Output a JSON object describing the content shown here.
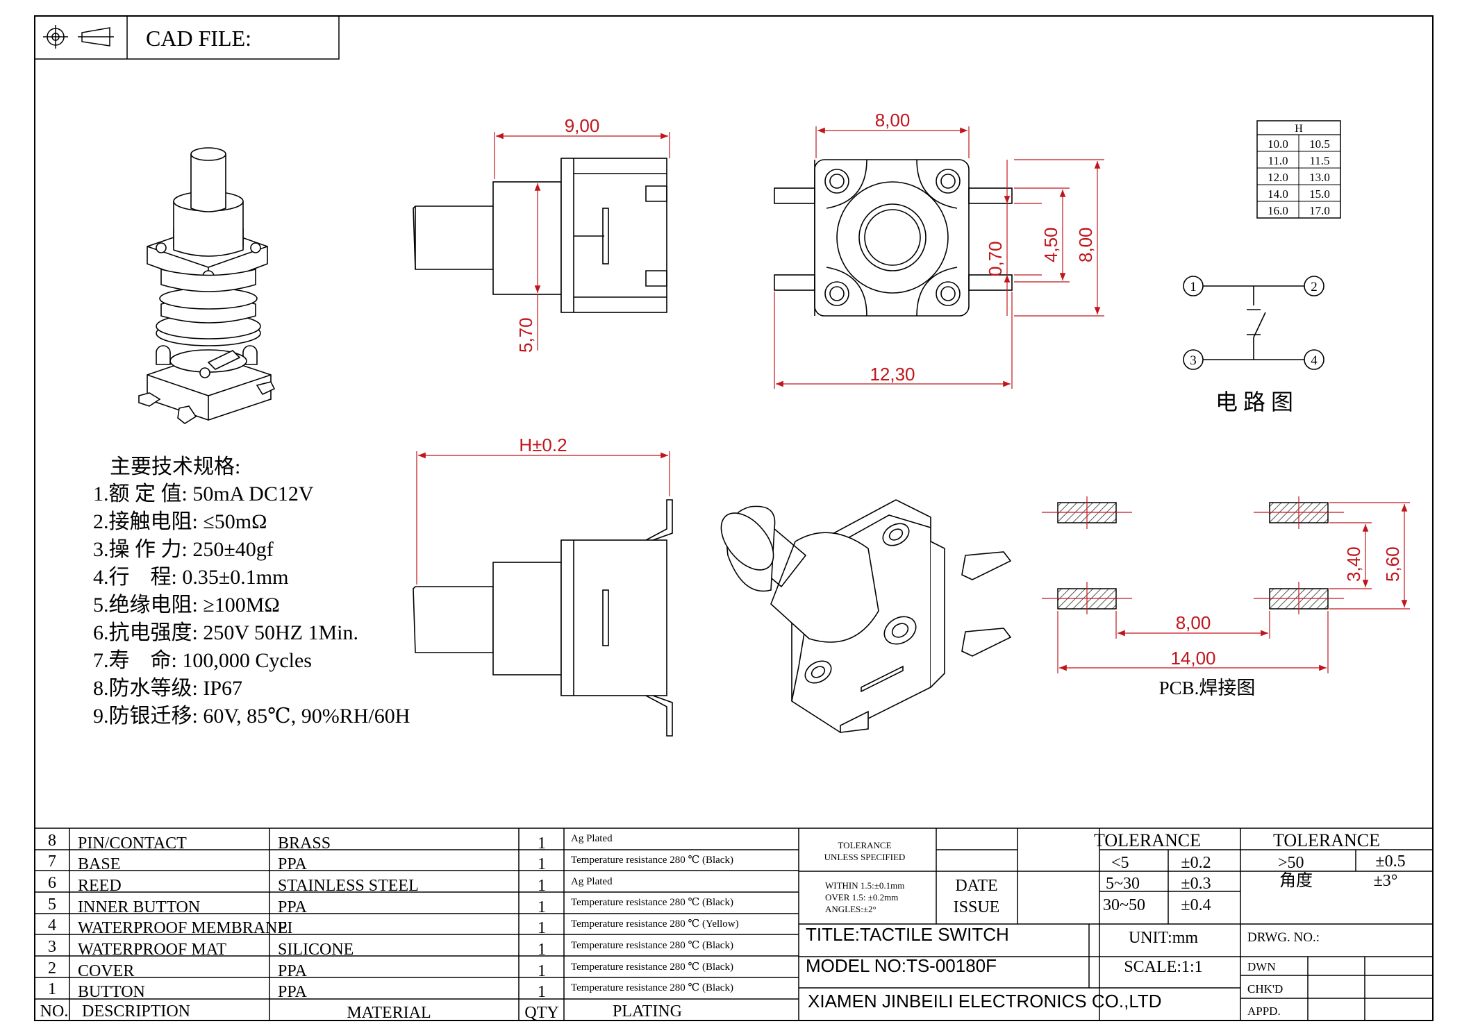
{
  "header": {
    "cad_file_label": "CAD FILE:"
  },
  "dimensions": {
    "side_width": "9,00",
    "side_height": "5,70",
    "top_body": "8,00",
    "top_total": "12,30",
    "top_pin": "0,70",
    "top_pitch": "4,50",
    "top_height": "8,00",
    "height_tol": "H±0.2"
  },
  "h_table": {
    "header": "H",
    "rows": [
      [
        "10.0",
        "10.5"
      ],
      [
        "11.0",
        "11.5"
      ],
      [
        "12.0",
        "13.0"
      ],
      [
        "14.0",
        "15.0"
      ],
      [
        "16.0",
        "17.0"
      ]
    ]
  },
  "circuit": {
    "pins": [
      "1",
      "2",
      "3",
      "4"
    ],
    "caption": "电 路 图"
  },
  "pcb": {
    "dim_340": "3,40",
    "dim_560": "5,60",
    "dim_800": "8,00",
    "dim_1400": "14,00",
    "caption": "PCB.焊接图"
  },
  "specs": {
    "title": "主要技术规格:",
    "items": [
      "1.额 定 值: 50mA DC12V",
      "2.接触电阻: ≤50mΩ",
      "3.操 作 力: 250±40gf",
      "4.行    程: 0.35±0.1mm",
      "5.绝缘电阻: ≥100MΩ",
      "6.抗电强度: 250V 50HZ 1Min.",
      "7.寿    命: 100,000 Cycles",
      "8.防水等级: IP67",
      "9.防银迁移: 60V, 85℃, 90%RH/60H"
    ]
  },
  "bom": {
    "headers": {
      "no": "NO.",
      "description": "DESCRIPTION",
      "material": "MATERIAL",
      "qty": "QTY",
      "plating": "PLATING"
    },
    "rows": [
      {
        "no": "8",
        "description": "PIN/CONTACT",
        "material": "BRASS",
        "qty": "1",
        "plating": "Ag Plated"
      },
      {
        "no": "7",
        "description": "BASE",
        "material": "PPA",
        "qty": "1",
        "plating": "Temperature resistance 280 ℃ (Black)"
      },
      {
        "no": "6",
        "description": "REED",
        "material": "STAINLESS STEEL",
        "qty": "1",
        "plating": "Ag Plated"
      },
      {
        "no": "5",
        "description": "INNER BUTTON",
        "material": "PPA",
        "qty": "1",
        "plating": "Temperature resistance 280 ℃ (Black)"
      },
      {
        "no": "4",
        "description": "WATERPROOF MEMBRANE",
        "material": "PI",
        "qty": "1",
        "plating": "Temperature resistance 280 ℃ (Yellow)"
      },
      {
        "no": "3",
        "description": "WATERPROOF MAT",
        "material": "SILICONE",
        "qty": "1",
        "plating": "Temperature resistance 280 ℃ (Black)"
      },
      {
        "no": "2",
        "description": "COVER",
        "material": "PPA",
        "qty": "1",
        "plating": "Temperature resistance 280 ℃ (Black)"
      },
      {
        "no": "1",
        "description": "BUTTON",
        "material": "PPA",
        "qty": "1",
        "plating": "Temperature resistance 280 ℃ (Black)"
      }
    ]
  },
  "titleblock": {
    "tolerance_note_1": "TOLERANCE",
    "tolerance_note_2": "UNLESS SPECIFIED",
    "within": "WITHIN 1.5:±0.1mm",
    "over": "OVER 1.5: ±0.2mm",
    "angles": "ANGLES:±2°",
    "date_label": "DATE",
    "issue_label": "ISSUE",
    "tol_header_1": "TOLERANCE",
    "tol_rows": [
      [
        "<5",
        "±0.2"
      ],
      [
        "5~30",
        "±0.3"
      ],
      [
        "30~50",
        "±0.4"
      ]
    ],
    "tol_header_2": "TOLERANCE",
    "tol_over_50": ">50",
    "tol_over_50_value": "±0.5",
    "angle_label": "角度",
    "angle_value": "±3°",
    "title": "TITLE:TACTILE  SWITCH",
    "unit": "UNIT:mm",
    "drwg_no": "DRWG. NO.:",
    "model": "MODEL NO:TS-00180F",
    "scale": "SCALE:1:1",
    "dwn": "DWN",
    "chkd": "CHK'D",
    "company": "XIAMEN JINBEILI ELECTRONICS CO.,LTD",
    "appd": "APPD."
  }
}
